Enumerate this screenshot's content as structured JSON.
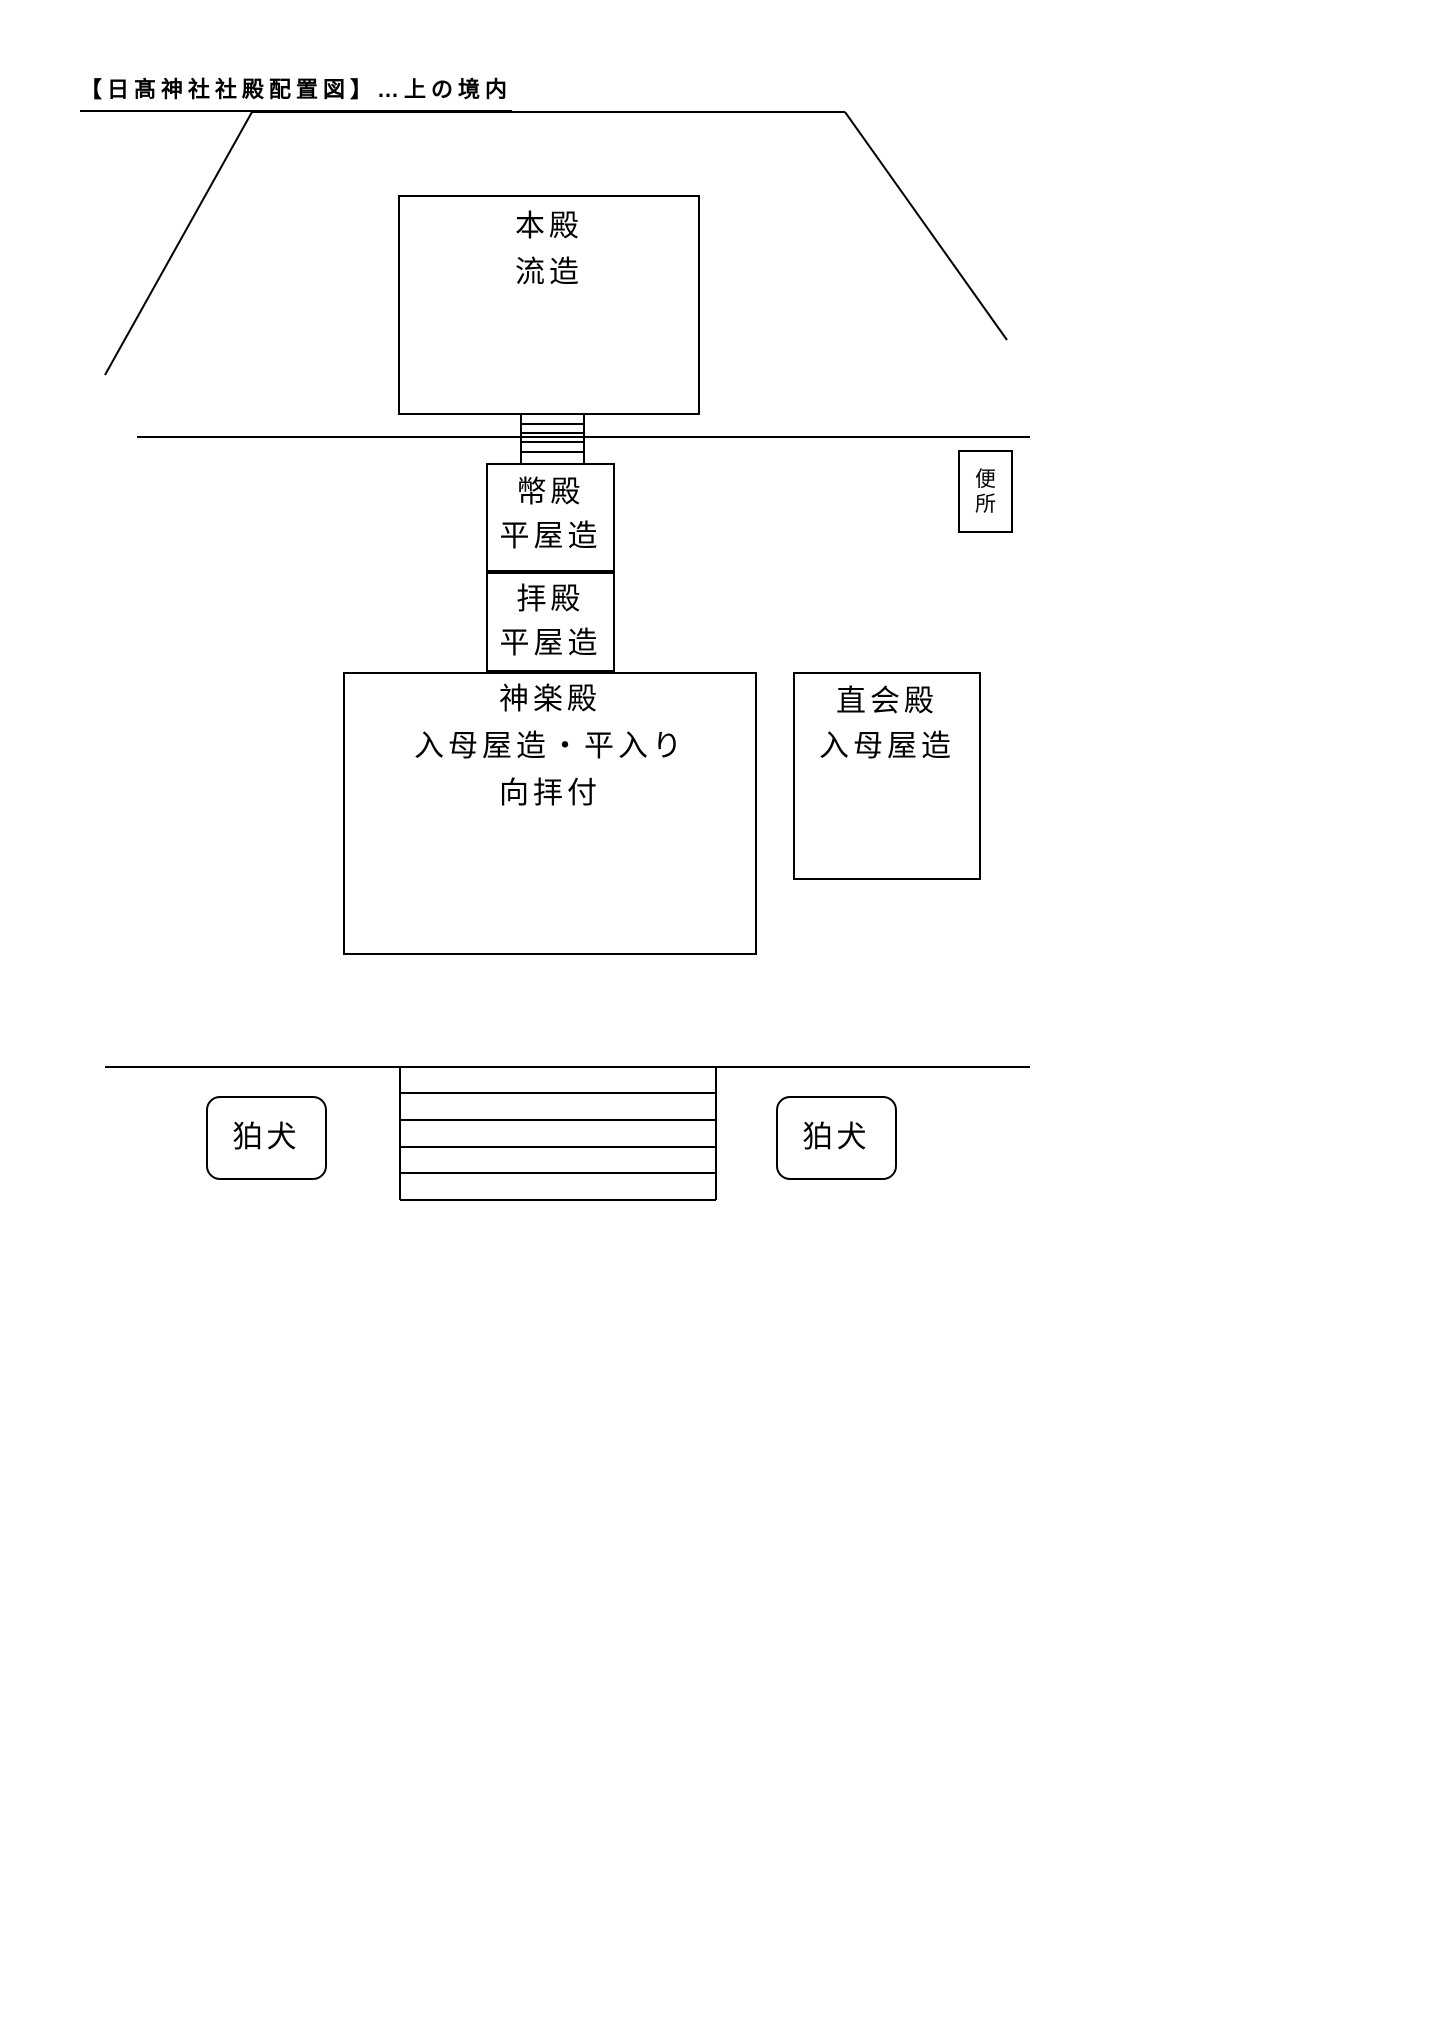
{
  "title": "【日髙神社社殿配置図】…上の境内",
  "ink_color": "#000000",
  "buildings": {
    "honden": {
      "name": "本殿",
      "style": "流造"
    },
    "heiden": {
      "name": "幣殿",
      "style": "平屋造"
    },
    "haiden": {
      "name": "拝殿",
      "style": "平屋造"
    },
    "kaguraden": {
      "name": "神楽殿",
      "style": "入母屋造・平入り",
      "note": "向拝付"
    },
    "naoraiden": {
      "name": "直会殿",
      "style": "入母屋造"
    },
    "toilet": {
      "name": "便所"
    },
    "komainu_left": {
      "name": "狛犬"
    },
    "komainu_right": {
      "name": "狛犬"
    }
  }
}
